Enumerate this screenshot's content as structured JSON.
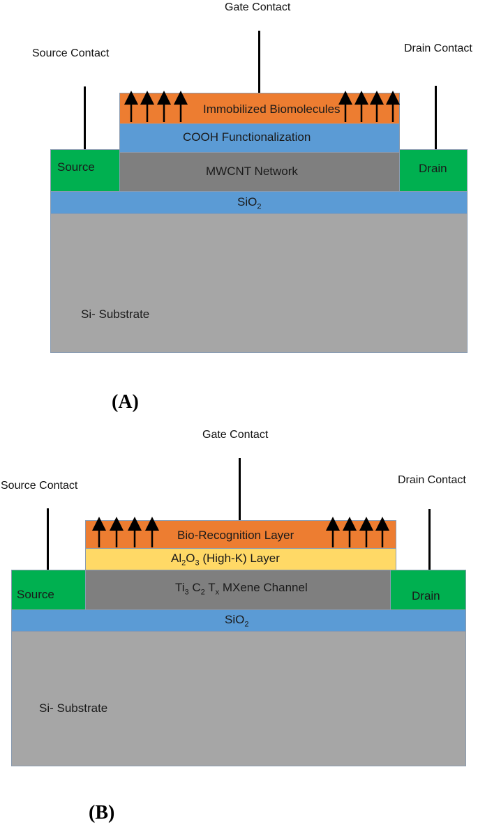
{
  "colors": {
    "substrate": "#a6a6a6",
    "sio2": "#5b9bd5",
    "contact": "#00b050",
    "cnt": "#7f7f7f",
    "cooh": "#5b9bd5",
    "bio": "#ed7d31",
    "highk": "#ffd966"
  },
  "panelA": {
    "gate_contact": "Gate Contact",
    "source_contact": "Source Contact",
    "drain_contact": "Drain Contact",
    "biomolecules": "Immobilized Biomolecules",
    "cooh": "COOH Functionalization",
    "source": "Source",
    "drain": "Drain",
    "network": "MWCNT Network",
    "sio2_main": "SiO",
    "sio2_sub": "2",
    "substrate": "Si- Substrate",
    "caption": "(A)"
  },
  "panelB": {
    "gate_contact": "Gate Contact",
    "source_contact": "Source  Contact",
    "drain_contact": "Drain Contact",
    "bio_layer": "Bio-Recognition Layer",
    "al": "Al",
    "al_sub": "2",
    "o": "O",
    "o_sub": "3",
    "highk_rest": " (High-K) Layer",
    "ti": "Ti",
    "ti_sub": "3",
    "c": " C",
    "c_sub": "2",
    "t": " T",
    "t_sub": "x",
    "channel_rest": " MXene Channel",
    "source": "Source",
    "drain": "Drain",
    "sio2_main": "SiO",
    "sio2_sub": "2",
    "substrate": "Si- Substrate",
    "caption": "(B)"
  }
}
